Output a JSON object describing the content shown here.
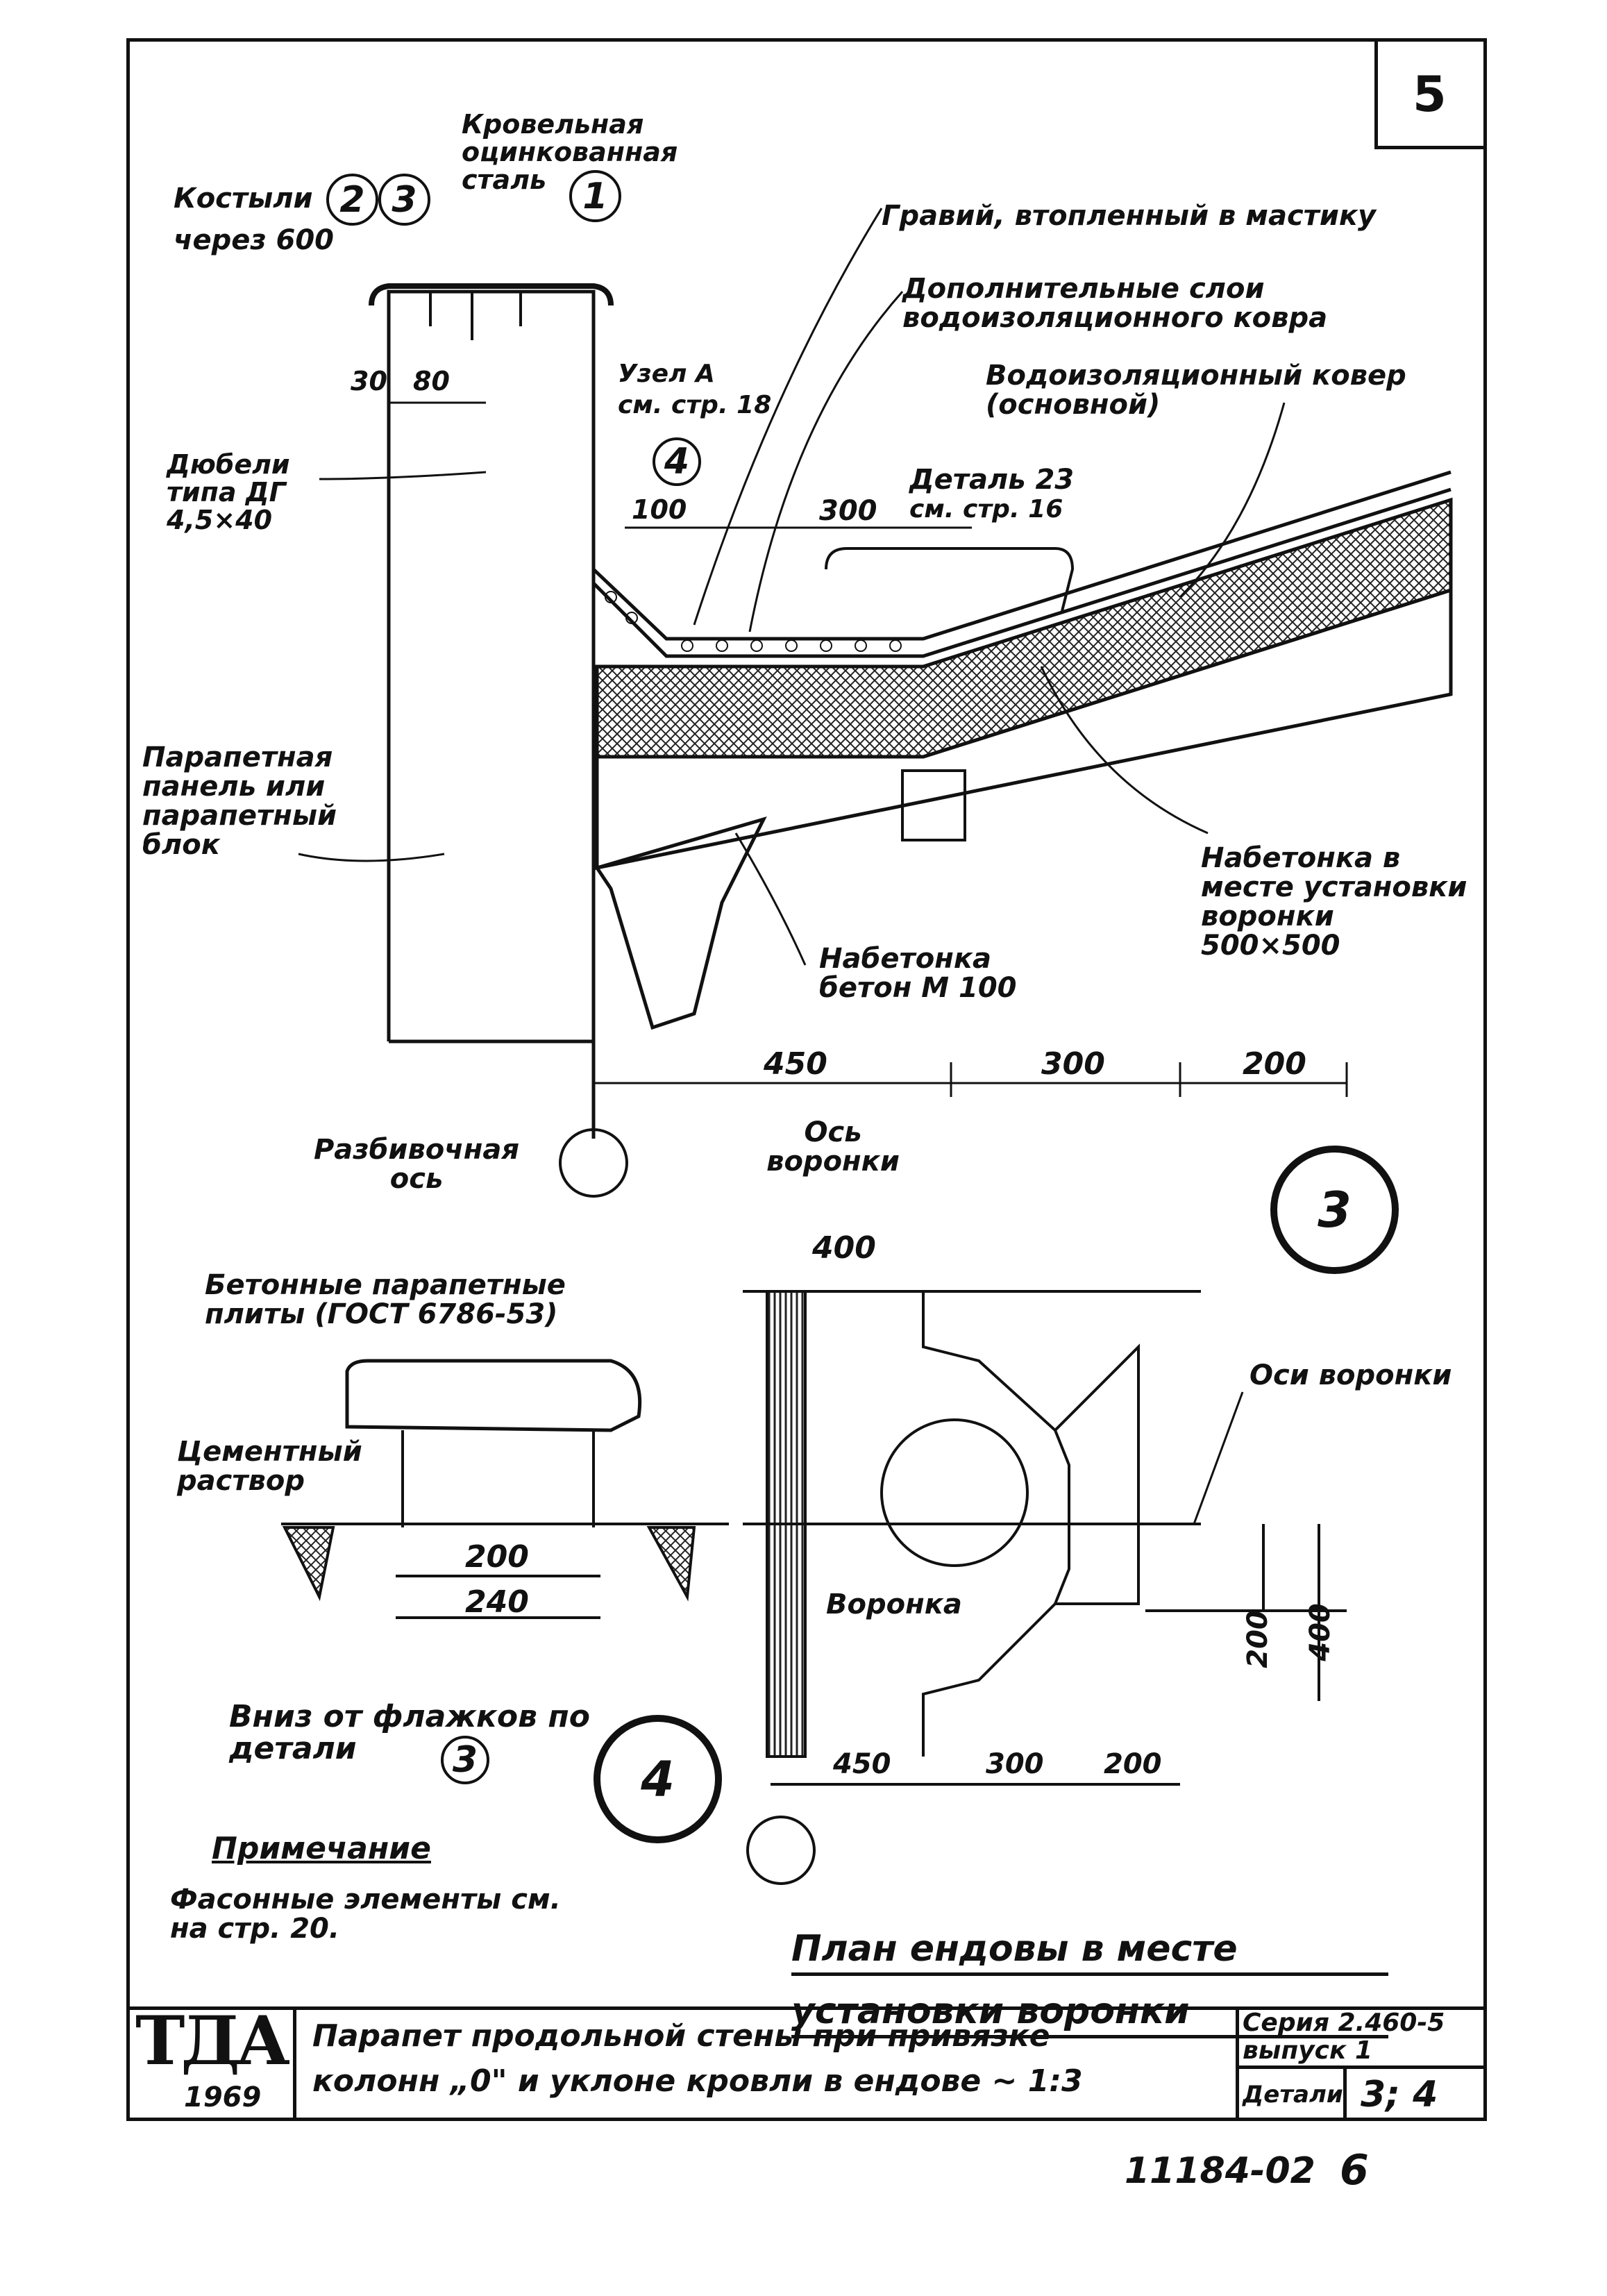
{
  "sheet_number": "5",
  "callouts": {
    "krovelnaya": "Кровельная оцинкованная сталь",
    "kostyli": "Костыли",
    "cherez": "через 600",
    "gravii": "Гравий, втопленный в мастику",
    "dop_sloi": "Дополнительные слои водоизоляционного ковра",
    "kover": "Водоизоляционный ковер (основной)",
    "uzel": "Узел А",
    "uzel_ref": "см. стр. 18",
    "detal23": "Деталь 23",
    "detal23_ref": "см. стр. 16",
    "dubeli": "Дюбели типа ДГ 4,5×40",
    "parapet": "Парапетная панель или парапетный блок",
    "nabetonka_voronka": "Набетонка в месте установки воронки 500×500",
    "nabetonka_beton": "Набетонка бетон М 100",
    "razbivochnaya": "Разбивочная ось",
    "os_voronki": "Ось воронки",
    "plity": "Бетонные парапетные плиты (ГОСТ 6786-53)",
    "cement": "Цементный раствор",
    "vniz": "Вниз от флажков по детали",
    "osi_voronki": "Оси воронки",
    "voronka": "Воронка"
  },
  "markers": {
    "m1": "1",
    "m2": "2",
    "m3": "3",
    "m4": "4",
    "vniz_ref": "3"
  },
  "dimensions": {
    "d30": "30",
    "d80": "80",
    "d100": "100",
    "d300a": "300",
    "d450": "450",
    "d300": "300",
    "d200": "200",
    "d200b": "200",
    "d240": "240",
    "p400": "400",
    "p450": "450",
    "p300": "300",
    "p200": "200",
    "p200v": "200",
    "p400v": "400"
  },
  "detail_labels": {
    "d3": "3",
    "d4": "4"
  },
  "note": {
    "title": "Примечание",
    "text": "Фасонные элементы см. на стр. 20."
  },
  "plan_title": {
    "line1": "План ендовы в месте",
    "line2": "установки воронки"
  },
  "title_block": {
    "logo": "ТДА",
    "year": "1969",
    "title_line1": "Парапет продольной стены при привязке",
    "title_line2": "колонн „0\" и уклоне кровли в ендове ~ 1:3",
    "series": "Серия 2.460-5",
    "issue": "выпуск 1",
    "details_label": "Детали",
    "details_value": "3; 4"
  },
  "doc_number": "11184-02",
  "page_number": "6"
}
